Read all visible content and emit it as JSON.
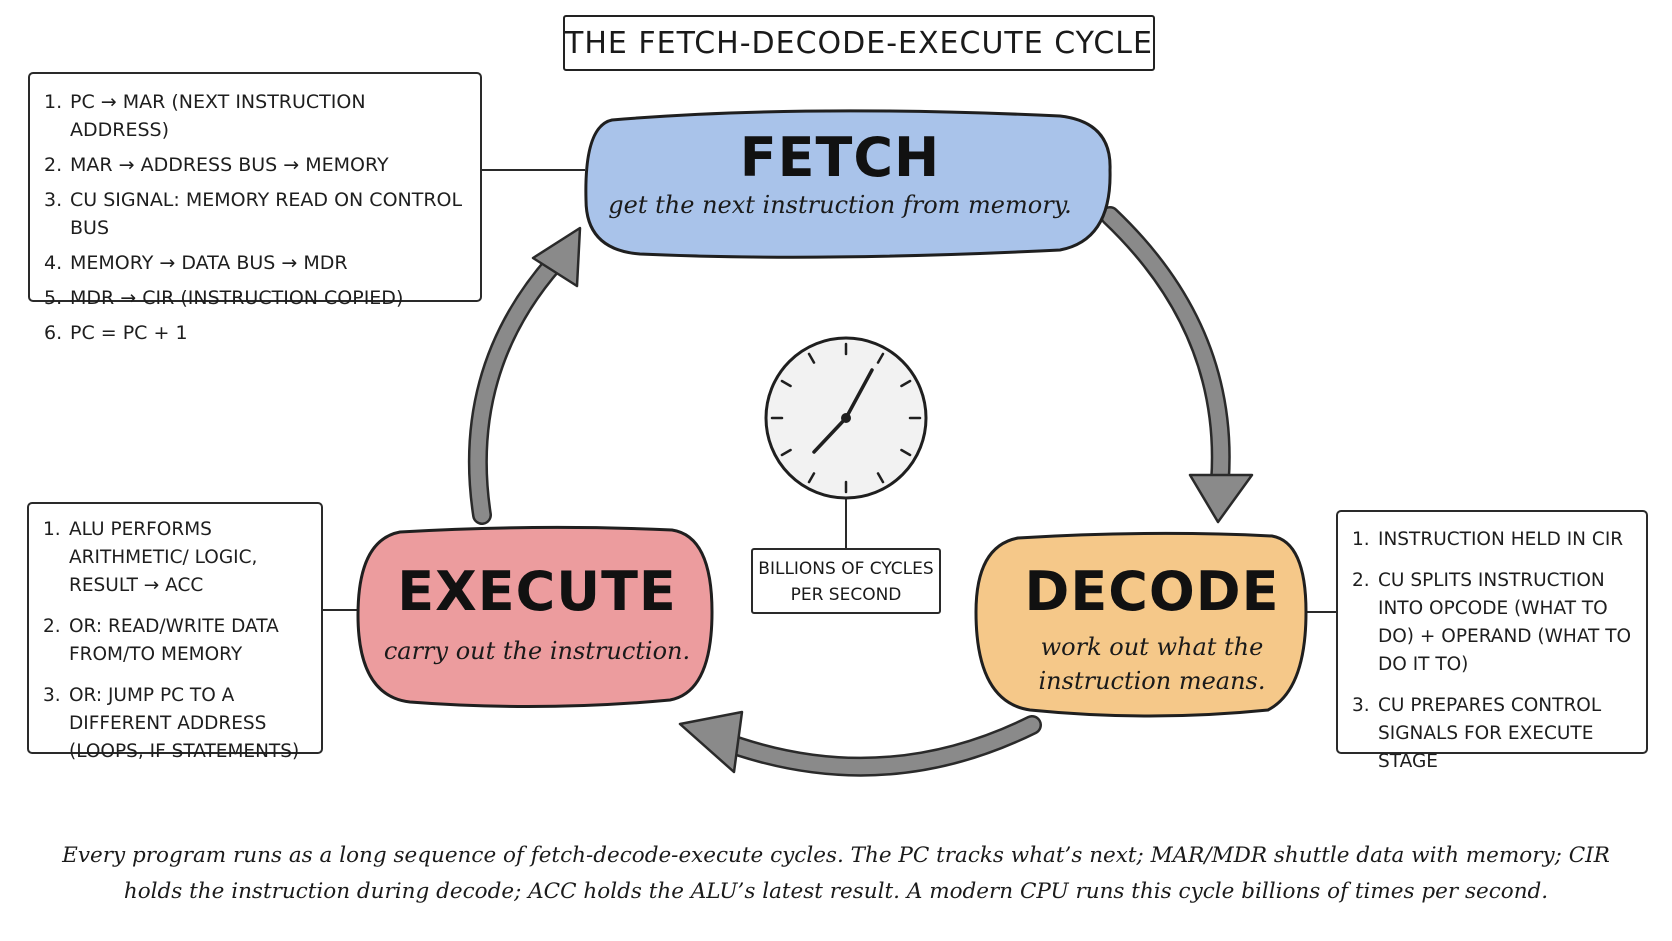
{
  "title": "THE FETCH-DECODE-EXECUTE CYCLE",
  "stages": {
    "fetch": {
      "title": "FETCH",
      "subtitle": "get the next instruction from memory.",
      "color": "#a9c3ea",
      "notes": [
        {
          "num": "1.",
          "text": "PC → MAR (NEXT INSTRUCTION ADDRESS)"
        },
        {
          "num": "2.",
          "text": "MAR → ADDRESS BUS → MEMORY"
        },
        {
          "num": "3.",
          "text": "CU SIGNAL: MEMORY READ ON CONTROL BUS"
        },
        {
          "num": "4.",
          "text": "MEMORY → DATA BUS → MDR"
        },
        {
          "num": "5.",
          "text": "MDR → CIR (INSTRUCTION COPIED)"
        },
        {
          "num": "6.",
          "text": "PC = PC + 1"
        }
      ]
    },
    "decode": {
      "title": "DECODE",
      "subtitle": "work out what the instruction means.",
      "color": "#f5c889",
      "notes": [
        {
          "num": "1.",
          "text": "INSTRUCTION HELD IN CIR"
        },
        {
          "num": "2.",
          "text": "CU SPLITS INSTRUCTION INTO OPCODE (WHAT TO DO) + OPERAND (WHAT TO DO IT TO)"
        },
        {
          "num": "3.",
          "text": "CU PREPARES CONTROL SIGNALS FOR EXECUTE STAGE"
        }
      ]
    },
    "execute": {
      "title": "EXECUTE",
      "subtitle": "carry out the instruction.",
      "color": "#ec9c9e",
      "notes": [
        {
          "num": "1.",
          "text": "ALU PERFORMS ARITHMETIC/ LOGIC, RESULT → ACC"
        },
        {
          "num": "2.",
          "text": "OR: READ/WRITE DATA FROM/TO MEMORY"
        },
        {
          "num": "3.",
          "text": "OR: JUMP PC TO A DIFFERENT ADDRESS (LOOPS, IF STATEMENTS)"
        }
      ]
    }
  },
  "clock": {
    "icon": "clock-icon",
    "label": "BILLIONS OF CYCLES PER SECOND"
  },
  "footer": "Every program runs as a long sequence of fetch-decode-execute cycles. The PC tracks what’s next; MAR/MDR shuttle data with memory; CIR holds the instruction during decode; ACC holds the ALU’s latest result. A modern CPU runs this cycle billions of times per second.",
  "colors": {
    "arrow": "#7d7d7d",
    "outline": "#2a2a2a"
  }
}
